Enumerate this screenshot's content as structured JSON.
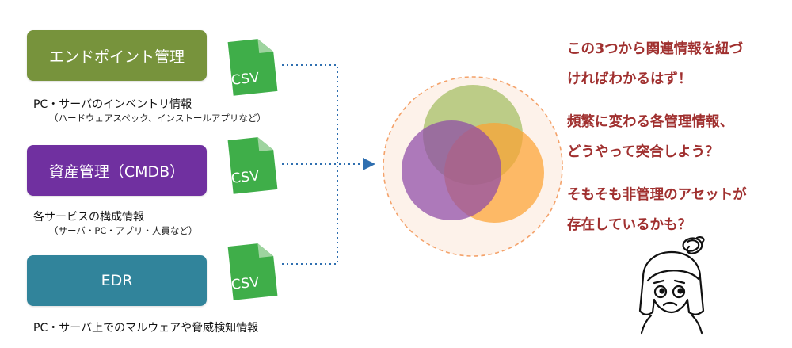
{
  "sources": [
    {
      "label": "エンドポイント管理",
      "color": "#77933c",
      "desc": "PC・サーバのインベントリ情報",
      "desc_sub": "（ハードウェアスペック、インストールアプリなど）",
      "file_icon": "csv-file-icon",
      "file_label": "CSV"
    },
    {
      "label": "資産管理（CMDB）",
      "color": "#7030a0",
      "desc": "各サービスの構成情報",
      "desc_sub": "（サーバ・PC・アプリ・人員など）",
      "file_icon": "csv-file-icon",
      "file_label": "CSV"
    },
    {
      "label": "EDR",
      "color": "#31849b",
      "desc": "PC・サーバ上でのマルウェアや脅威検知情報",
      "desc_sub": "",
      "file_icon": "csv-file-icon",
      "file_label": "CSV"
    }
  ],
  "venn": {
    "circle_colors": [
      "#a9c26a",
      "#8e4aa8",
      "#fca233"
    ],
    "outer_ring_color": "#f4a26a",
    "outer_fill": "#fdf2ea"
  },
  "notes": [
    "この3つから関連情報を紐づ",
    "ければわかるはず！",
    "頻繁に変わる各管理情報、",
    "どうやって突合しよう？",
    "そもそも非管理のアセットが",
    "存在しているかも？"
  ],
  "colors": {
    "note_text": "#a0302f",
    "csv_green": "#3fae49",
    "connector": "#2f6fb0"
  },
  "figure_icon": "confused-person-icon"
}
